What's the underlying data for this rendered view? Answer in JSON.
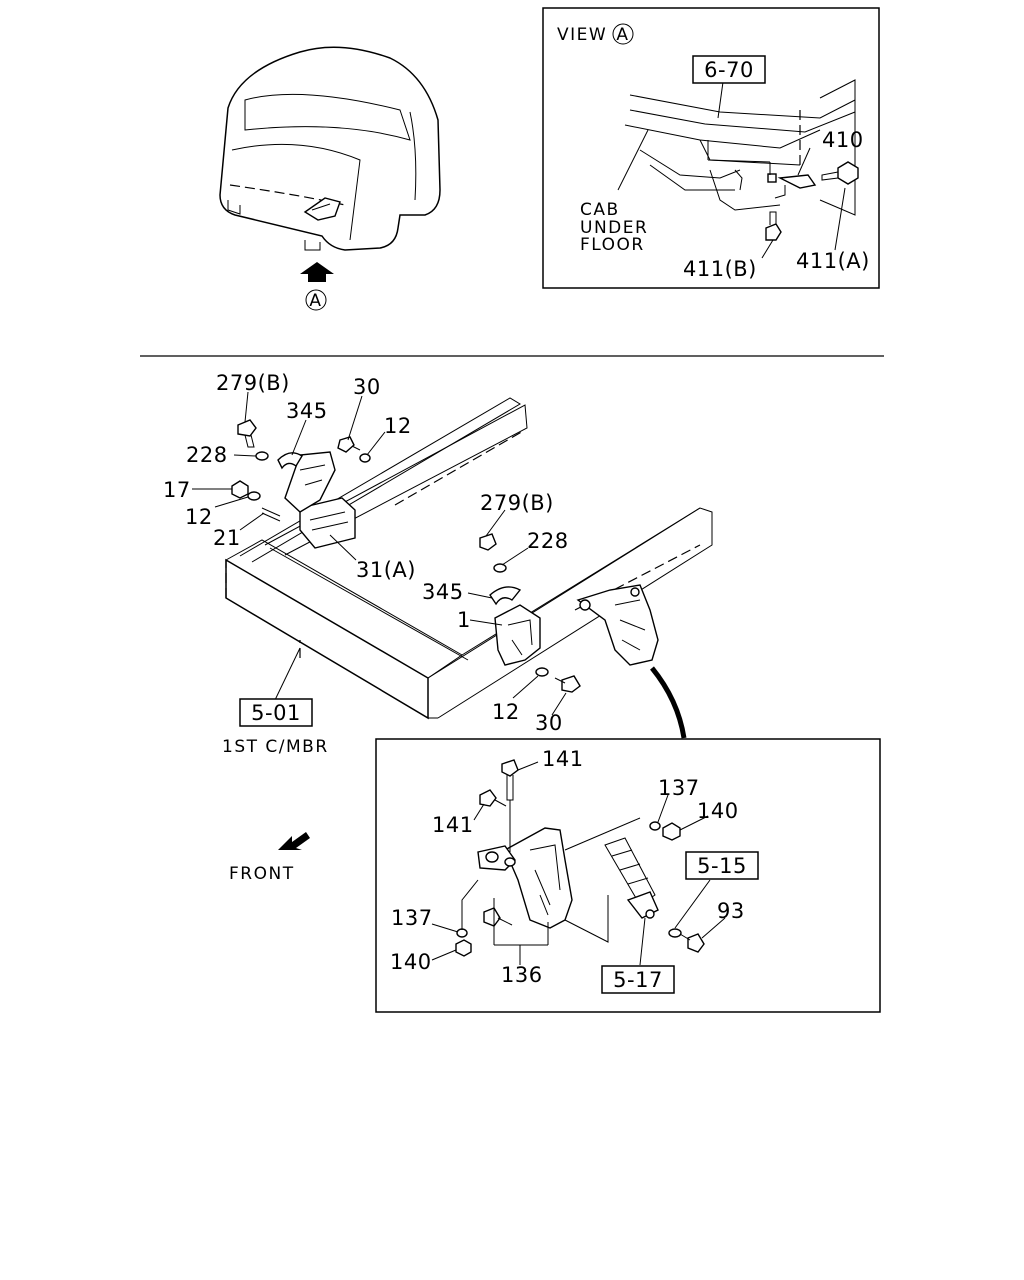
{
  "top": {
    "view_marker": "A",
    "view_title": "VIEW",
    "ref_6_70": "6-70",
    "cab_under_floor": [
      "CAB",
      "UNDER",
      "FLOOR"
    ],
    "part_410": "410",
    "part_411a": "411(A)",
    "part_411b": "411(B)"
  },
  "main": {
    "labels": {
      "p279b_1": "279(B)",
      "p345_1": "345",
      "p30_1": "30",
      "p12_1": "12",
      "p228_1": "228",
      "p17": "17",
      "p12_2": "12",
      "p21": "21",
      "p31a": "31(A)",
      "p279b_2": "279(B)",
      "p228_2": "228",
      "p345_2": "345",
      "p1": "1",
      "p12_3": "12",
      "p30_2": "30"
    },
    "ref_5_01": "5-01",
    "caption_1st": "1ST C/MBR",
    "front": "FRONT"
  },
  "detail": {
    "p141_top": "141",
    "p141_left": "141",
    "p137_top": "137",
    "p140_top": "140",
    "ref_5_15": "5-15",
    "p93": "93",
    "p137_bottom": "137",
    "p140_bottom": "140",
    "p136": "136",
    "ref_5_17": "5-17"
  }
}
